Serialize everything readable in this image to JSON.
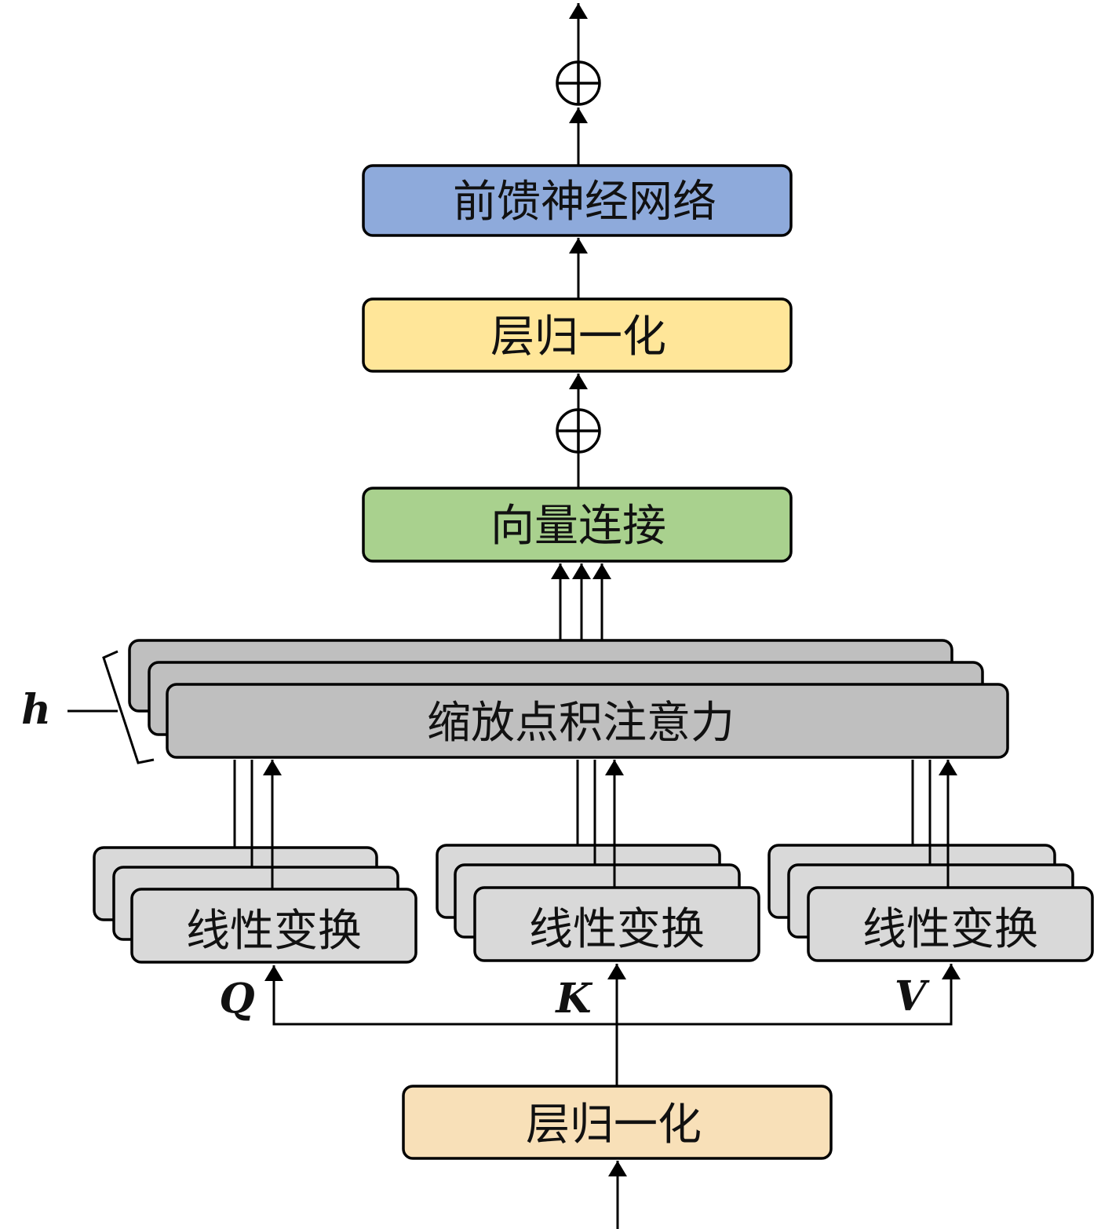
{
  "blocks": {
    "ffn": {
      "label": "前馈神经网络",
      "color": "#8eaadb"
    },
    "norm_top": {
      "label": "层归一化",
      "color": "#ffe699"
    },
    "concat": {
      "label": "向量连接",
      "color": "#a9d18e"
    },
    "attention": {
      "label": "缩放点积注意力",
      "color": "#bfbfbf"
    },
    "linear_q": {
      "label": "线性变换",
      "color": "#d9d9d9"
    },
    "linear_k": {
      "label": "线性变换",
      "color": "#d9d9d9"
    },
    "linear_v": {
      "label": "线性变换",
      "color": "#d9d9d9"
    },
    "norm_bottom": {
      "label": "层归一化",
      "color": "#f8e0b8"
    }
  },
  "labels": {
    "heads": "h",
    "query": "Q",
    "key": "K",
    "value": "V"
  },
  "symbols": {
    "add": "⊕"
  }
}
